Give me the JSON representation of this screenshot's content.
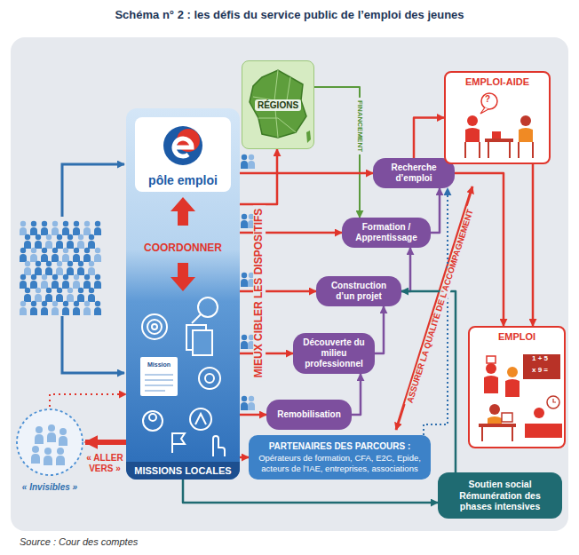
{
  "diagram": {
    "title": "Schéma n° 2 : les défis du service public de l’emploi des jeunes",
    "caption": "Source : Cour des comptes",
    "nodes": [
      {
        "text": [
          "MISSIONS LOCALES"
        ]
      },
      {
        "text": [
          "pôle emploi"
        ],
        "in": 0
      },
      {
        "text": [
          "RÉGIONS"
        ]
      },
      {
        "text": [
          "Recherche d’emploi"
        ]
      },
      {
        "text": [
          "Formation / Apprentissage"
        ]
      },
      {
        "text": [
          "Construction d’un projet"
        ]
      },
      {
        "text": [
          "Découverte du milieu professionnel"
        ]
      },
      {
        "text": [
          "Remobilisation"
        ]
      },
      {
        "text": [
          "PARTENAIRES DES PARCOURS :",
          "Opérateurs de formation, CFA, E2C, Epide, acteurs de l’IAE, entreprises, associations"
        ]
      },
      {
        "text": [
          "EMPLOI-AIDE"
        ]
      },
      {
        "text": [
          "EMPLOI"
        ]
      },
      {
        "text": [
          "Soutien social Rémunération des phases intensives"
        ]
      },
      {
        "text": [
          "« Invisibles »"
        ]
      }
    ],
    "edges": [
      {
        "from": 7,
        "to": 6,
        "arrow": "to"
      },
      {
        "from": 6,
        "to": 5,
        "arrow": "to"
      },
      {
        "from": 5,
        "to": 4,
        "arrow": "to"
      },
      {
        "from": 4,
        "to": 3,
        "arrow": "to"
      },
      {
        "from": 3,
        "to": 9,
        "arrow": "to"
      },
      {
        "from": 3,
        "to": 10,
        "arrow": "to"
      },
      {
        "from": 9,
        "to": 10,
        "arrow": "to"
      },
      {
        "from": 2,
        "to": 4,
        "label": "FINANCEMENT",
        "arrow": "to"
      },
      {
        "from": 0,
        "to": 2,
        "arrow": "to"
      },
      {
        "from": 0,
        "to": 3,
        "arrow": "to"
      },
      {
        "from": 0,
        "to": 4,
        "arrow": "to"
      },
      {
        "from": 0,
        "to": 5,
        "arrow": "to"
      },
      {
        "from": 0,
        "to": 6,
        "arrow": "to"
      },
      {
        "from": 0,
        "to": 7,
        "arrow": "to"
      },
      {
        "from": 0,
        "to": 8,
        "arrow": "to"
      },
      {
        "from": 0,
        "to": 12,
        "label": "« ALLER VERS »",
        "arrow": "to"
      },
      {
        "from": 12,
        "to": 0,
        "arrow": "to"
      },
      {
        "from": 0,
        "to": 11,
        "arrow": "to"
      },
      {
        "from": 11,
        "to": 5,
        "arrow": "to"
      },
      {
        "from": 8,
        "to": 3,
        "arrow": "to"
      }
    ],
    "labels": [
      "COORDONNER",
      "MIEUX CIBLER LES DISPOSITIFS",
      "ASSURER LA QUALITÉ DE L’ACCOMPAGNEMENT",
      "Mission",
      "?",
      "1 + 5",
      "x 9 ="
    ]
  }
}
